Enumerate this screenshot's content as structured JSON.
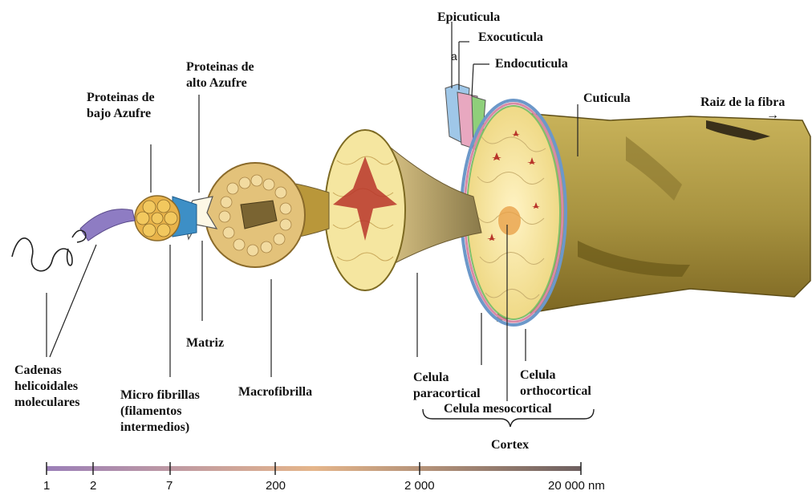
{
  "labels": {
    "epicuticula": "Epicuticula",
    "exocuticula": "Exocuticula",
    "a_mark": "a",
    "endocuticula": "Endocuticula",
    "proteinas_alto": "Proteinas de\nalto Azufre",
    "proteinas_bajo": "Proteinas de\nbajo Azufre",
    "cuticula": "Cuticula",
    "raiz": "Raiz de la fibra",
    "raiz_arrow": "→",
    "matriz": "Matriz",
    "cadenas": "Cadenas\nhelicoidales\nmoleculares",
    "micro": "Micro fibrillas\n(filamentos\nintermedios)",
    "macro": "Macrofibrilla",
    "paracortical": "Celula\nparacortical",
    "ortocortical": "Celula\northocortical",
    "mesocortical": "Celula mesocortical",
    "cortex": "Cortex"
  },
  "scale": {
    "ticks": [
      "1",
      "2",
      "7",
      "200",
      "2 000",
      "20 000 nm"
    ],
    "colors": [
      "#9b7fb8",
      "#d9a77a",
      "#6e6060"
    ]
  },
  "colors": {
    "fiber_gold": "#b9a54a",
    "fiber_dark": "#7d6a22",
    "cortex_fill": "#f5e6a0",
    "cell_fill": "#fff6d6",
    "spot_red": "#b8352a",
    "cuticle_blue": "#6c98c9",
    "cuticle_pink": "#d98aa5",
    "cuticle_green": "#7fbf6b",
    "helix_purple": "#8e7cc3",
    "fibril_orange": "#e8b34a",
    "matrix_blue": "#3d8fc6"
  }
}
